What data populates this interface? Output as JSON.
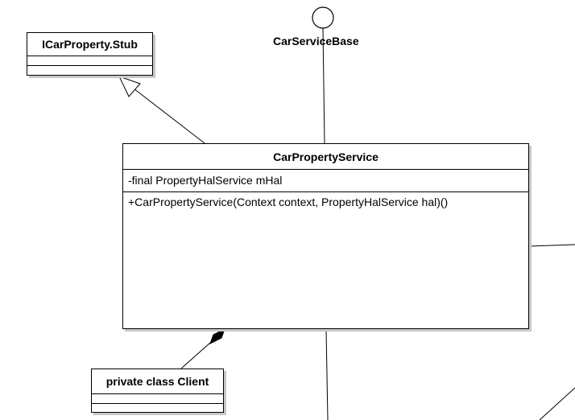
{
  "classes": {
    "icarproperty_stub": {
      "name": "ICarProperty.Stub"
    },
    "car_property_service": {
      "name": "CarPropertyService",
      "attribute": "-final PropertyHalService mHal",
      "method": "+CarPropertyService(Context context, PropertyHalService hal)()"
    },
    "client": {
      "name": "private class Client"
    }
  },
  "interface": {
    "name": "CarServiceBase"
  },
  "colors": {
    "line": "#000000",
    "shadow": "#c8c8c8",
    "background": "#ffffff"
  }
}
